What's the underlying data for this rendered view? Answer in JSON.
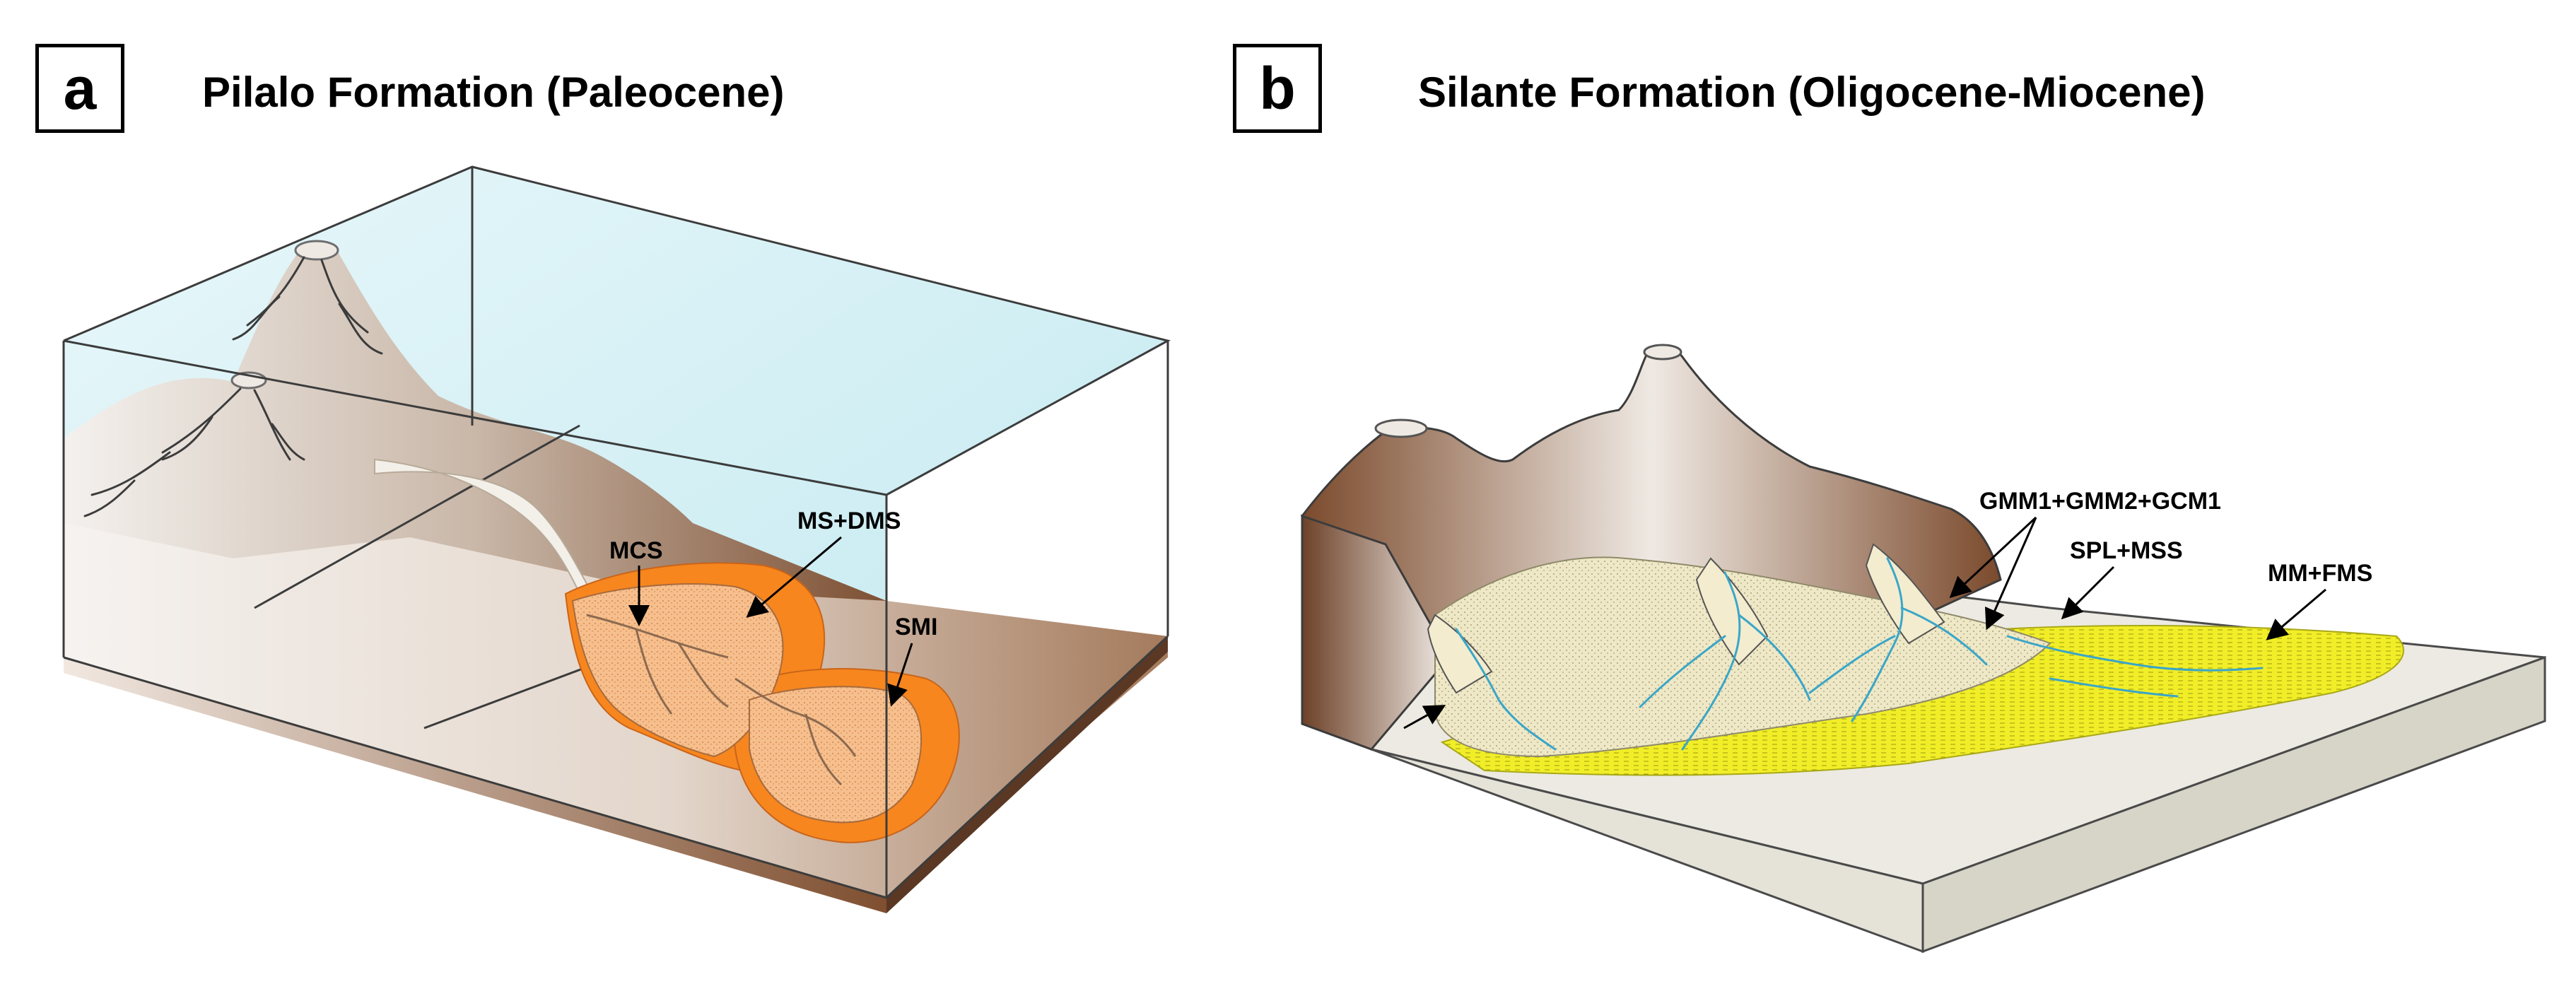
{
  "panel_a": {
    "letter": "a",
    "title": "Pilalo Formation (Paleocene)",
    "labels": {
      "mcs": "MCS",
      "ms_dms": "MS+DMS",
      "smi": "SMI"
    }
  },
  "panel_b": {
    "letter": "b",
    "title": "Silante Formation (Oligocene-Miocene)",
    "labels": {
      "gmm": "GMM1+GMM2+GCM1",
      "spl_mss": "SPL+MSS",
      "mm_fms": "MM+FMS"
    }
  },
  "colors": {
    "water": "#c3eaf0",
    "water_edge": "#e6f6f9",
    "volcano_light": "#f2eeea",
    "volcano_dark": "#8a5a3a",
    "lobe_outer": "#f7861e",
    "lobe_inner": "#f6bf8d",
    "fan_yellow": "#f1ee28",
    "fan_pale": "#f2ebc0",
    "channel_blue": "#3aa6c8",
    "block_top": "#eceae2",
    "block_side": "#d7d4c8"
  }
}
